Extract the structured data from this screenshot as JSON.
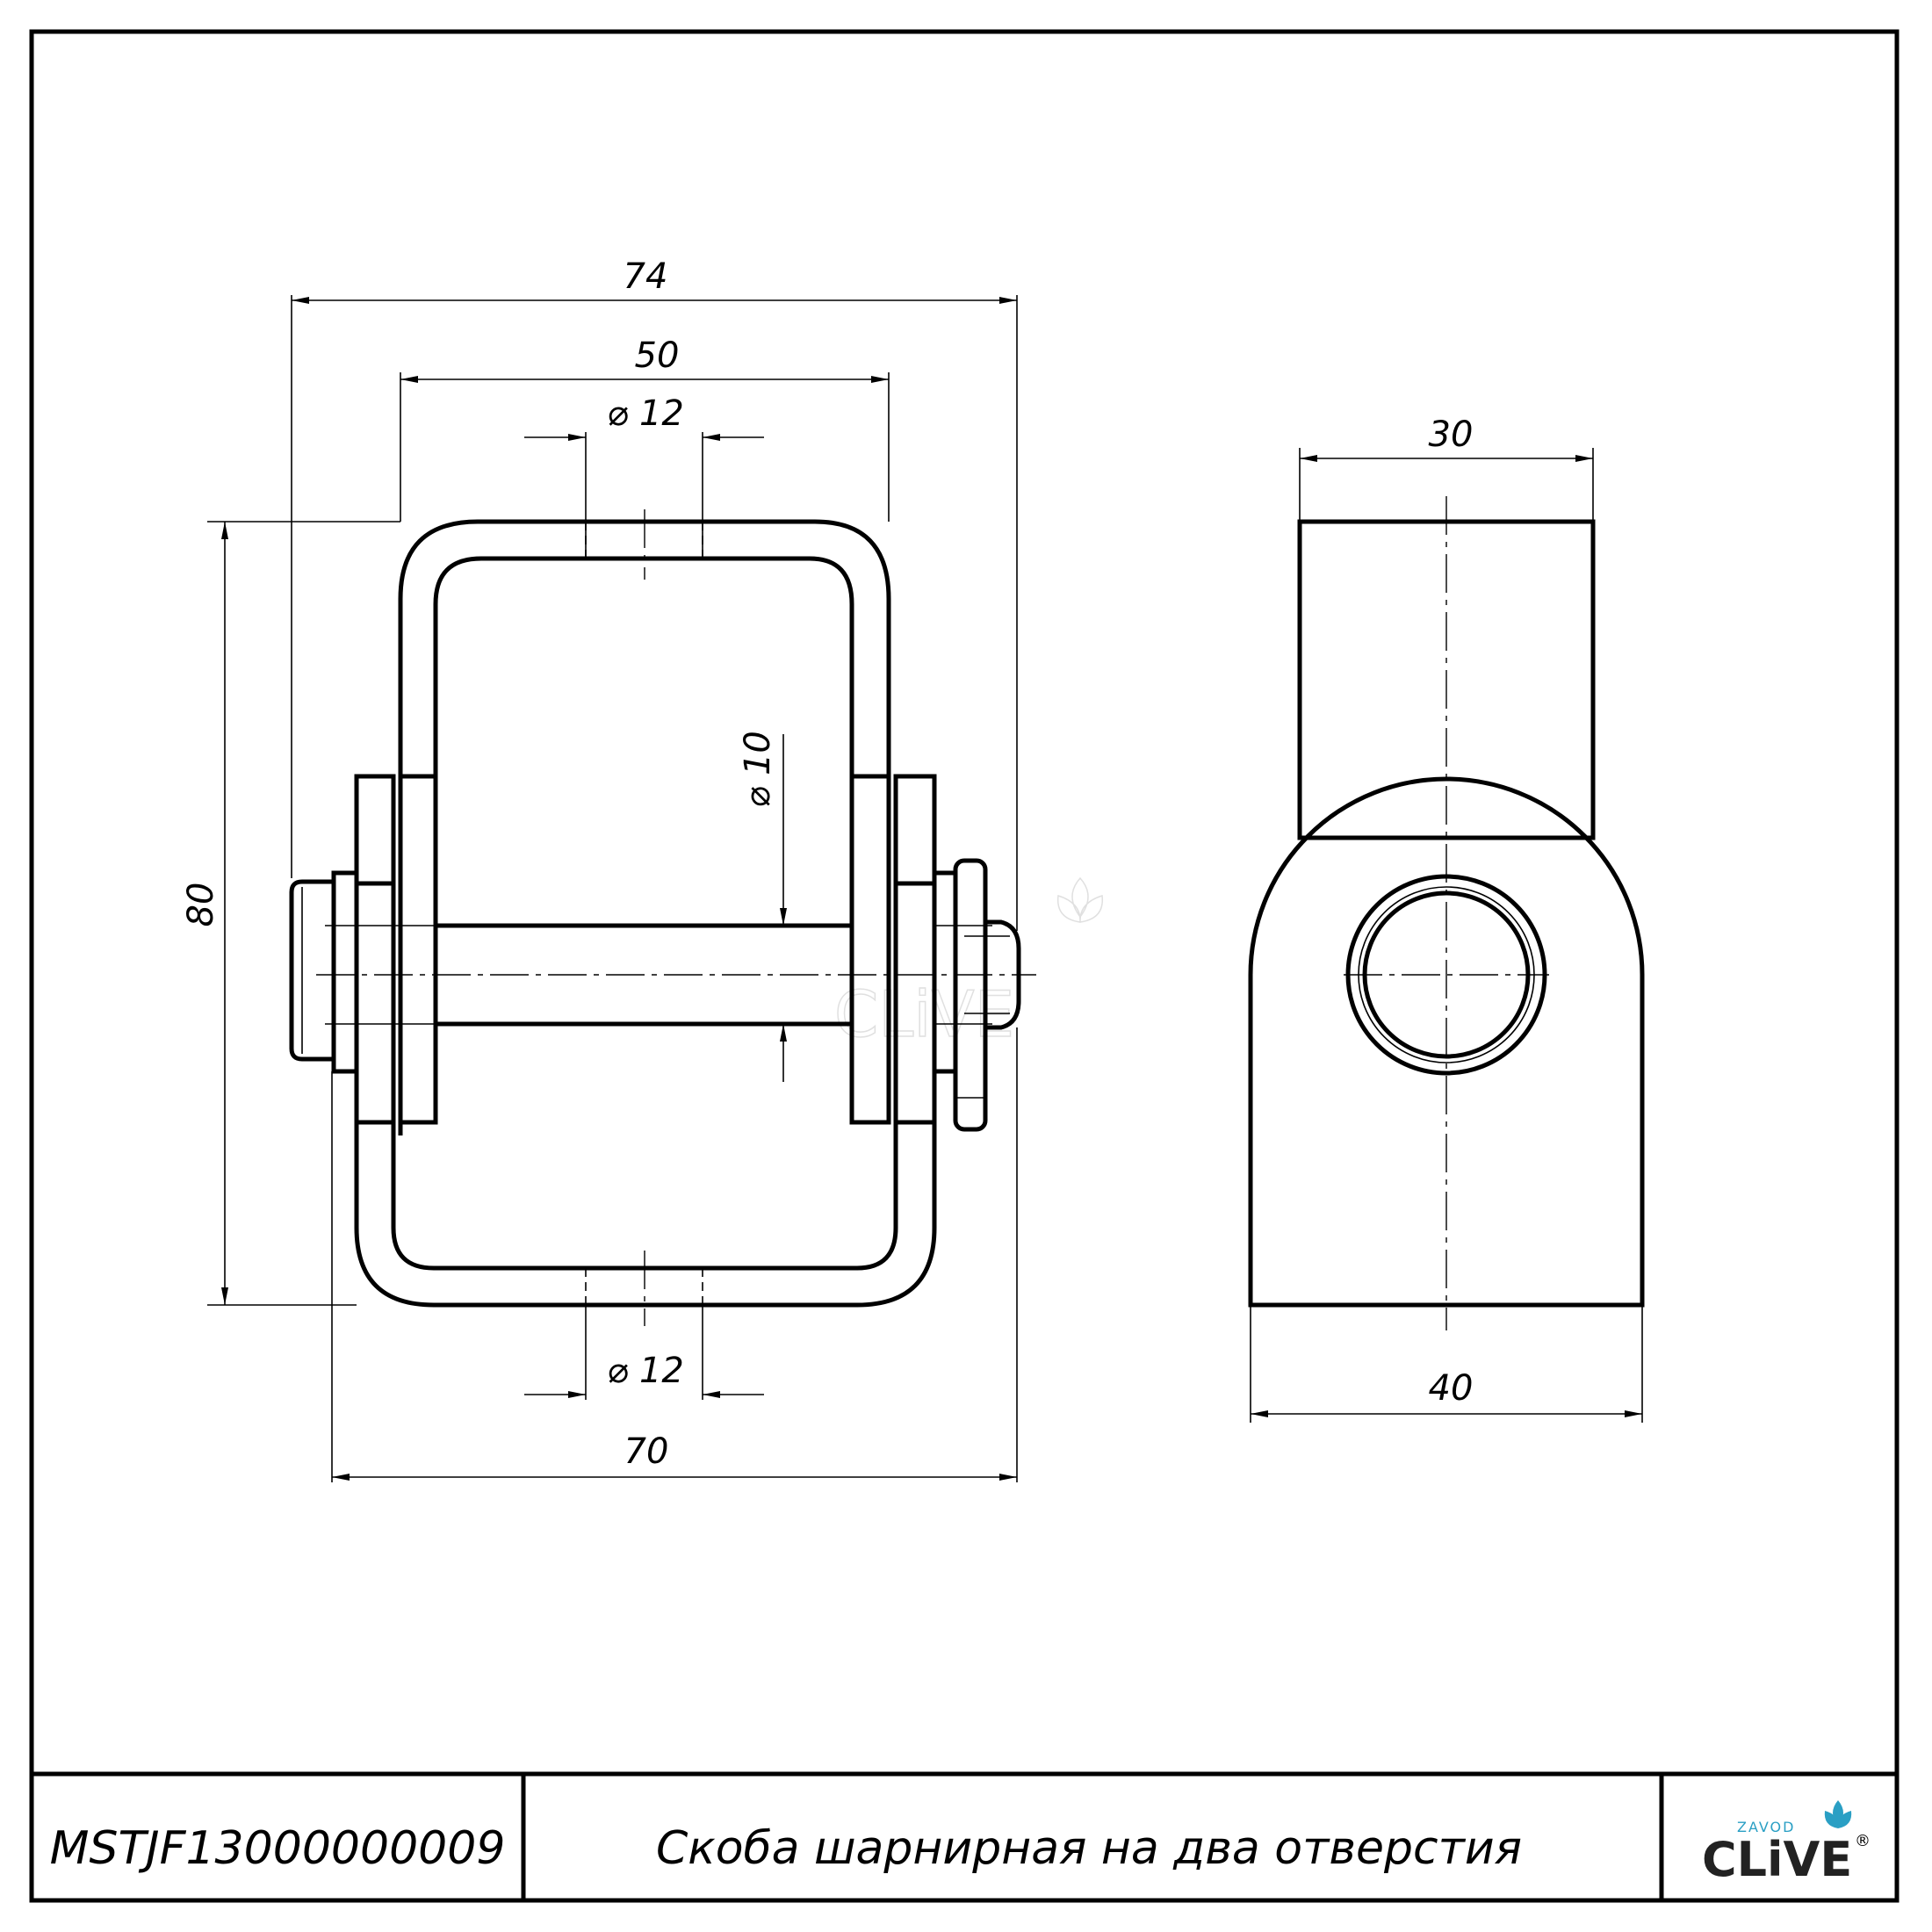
{
  "drawing": {
    "views": {
      "front": {
        "dimensions": {
          "overall_width": "74",
          "bracket_width": "50",
          "top_hole": "⌀ 12",
          "pin": "⌀ 10",
          "height": "80",
          "bottom_hole": "⌀ 12",
          "base_width": "70"
        }
      },
      "side": {
        "dimensions": {
          "top_width": "30",
          "bottom_width": "40"
        }
      }
    },
    "watermark": "CLiVE"
  },
  "title_block": {
    "part_number": "MSTJF13000000009",
    "part_name": "Скоба шарнирная на два отверстия",
    "logo": {
      "small_text": "ZAVOD",
      "brand": "CLiVE",
      "registered": "®",
      "icon": "leaf-icon",
      "accent_color": "#2a9fc4"
    }
  }
}
